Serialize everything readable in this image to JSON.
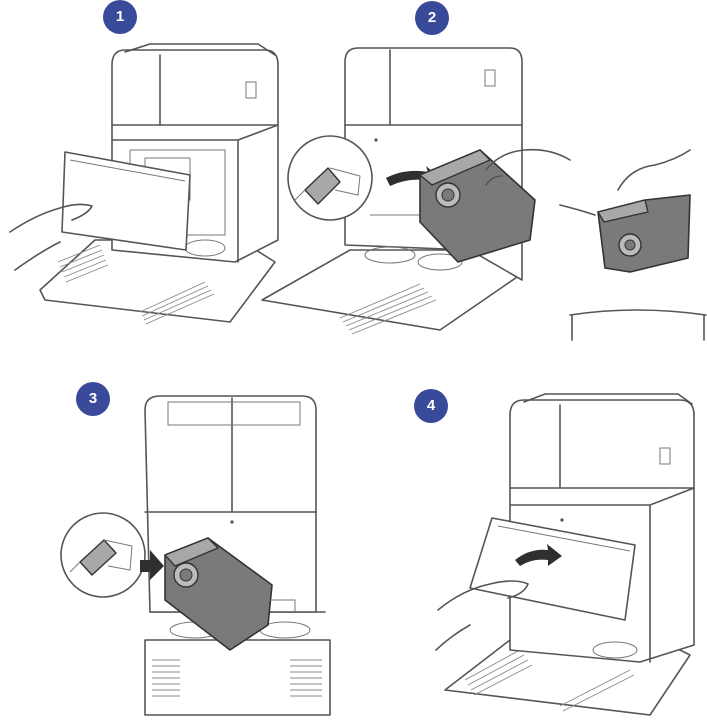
{
  "steps": [
    {
      "number": "1"
    },
    {
      "number": "2"
    },
    {
      "number": "3"
    },
    {
      "number": "4"
    }
  ],
  "colors": {
    "badge": "#3a4a9a",
    "line": "#555555",
    "bag": "#7a7a7a",
    "background": "#ffffff"
  }
}
